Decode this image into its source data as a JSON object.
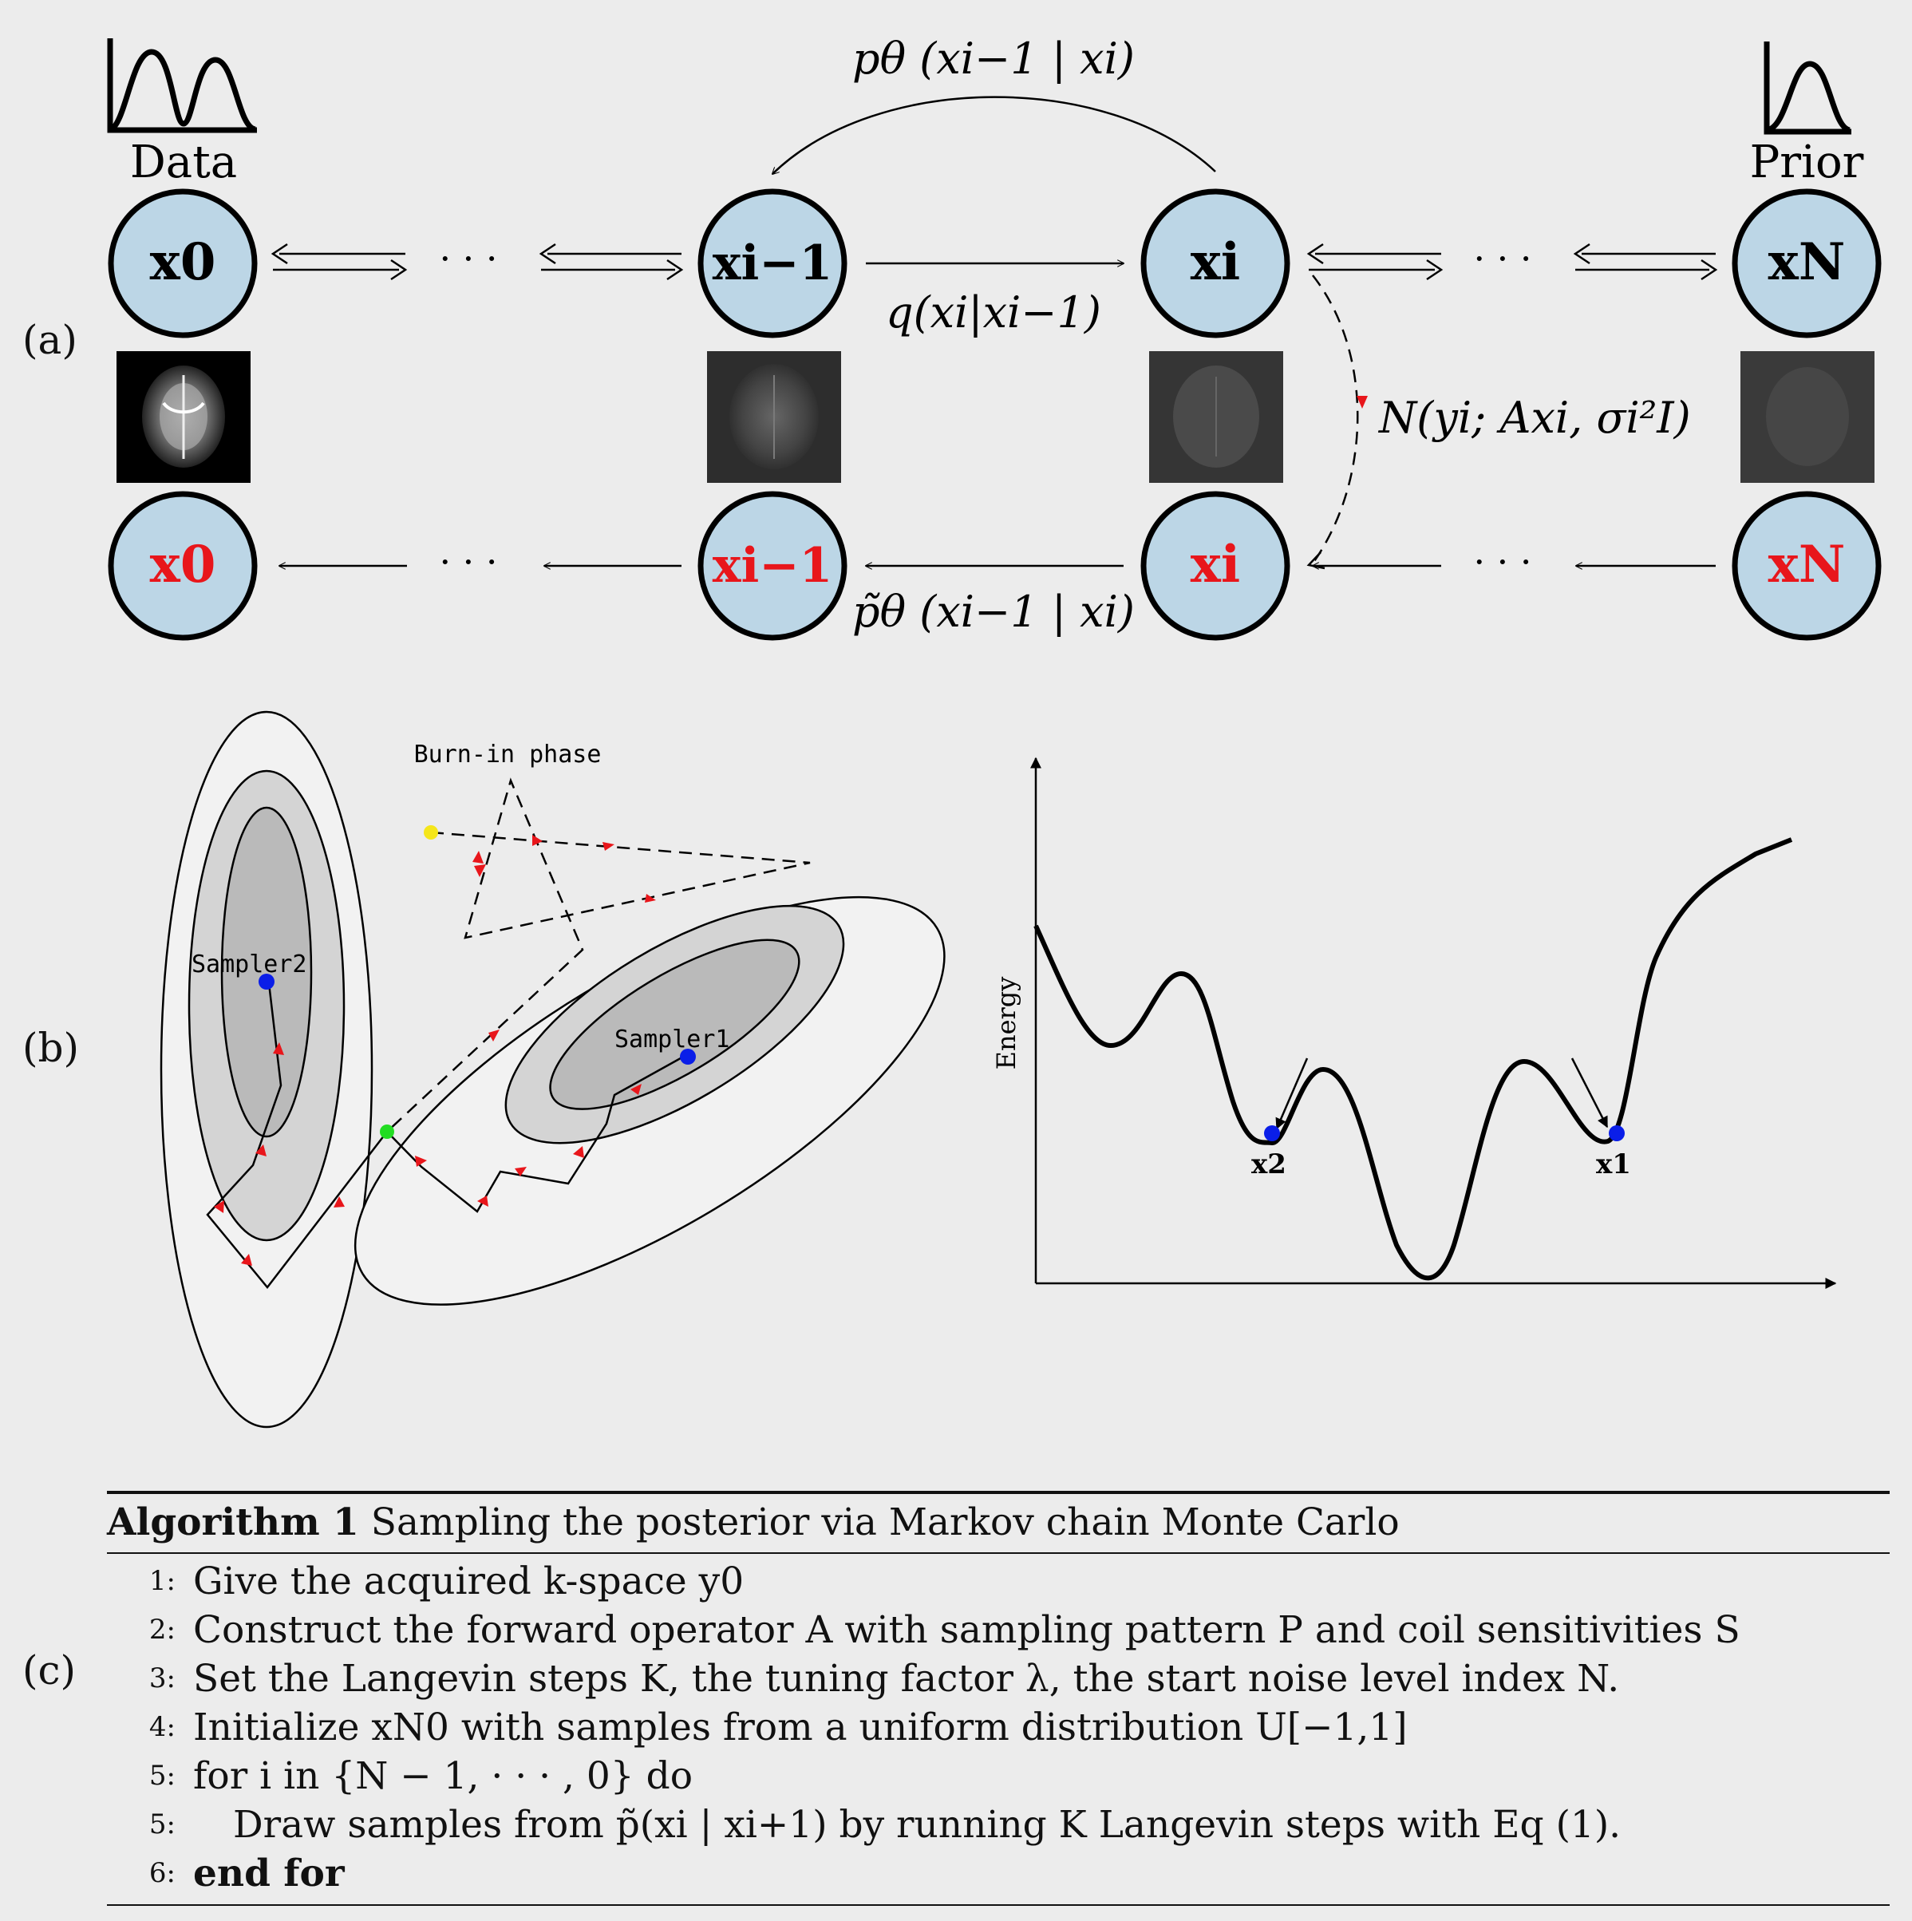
{
  "panel_labels": {
    "a": "(a)",
    "b": "(b)",
    "c": "(c)"
  },
  "diagram_a": {
    "data_label": "Data",
    "prior_label": "Prior",
    "ellipsis": "· · ·",
    "node_top": {
      "x0": "x0",
      "xi_1": "xi−1",
      "xi": "xi",
      "xN": "xN"
    },
    "node_bottom": {
      "x0": "x0",
      "xi_1": "xi−1",
      "xi": "xi",
      "xN": "xN"
    },
    "forward_label": "q(xi|xi−1)",
    "reverse_label": "pθ (xi−1 | xi)",
    "posterior_label": "p̃θ (xi−1 | xi)",
    "likelihood_label": "N(yi; Axi, σi²I)",
    "colors": {
      "node_fill": "#bcd6e6",
      "posterior_text": "#e8161b",
      "arrow_red": "#e8161b"
    }
  },
  "diagram_b": {
    "burn_in_label": "Burn-in phase",
    "sampler1_label": "Sampler1",
    "sampler2_label": "Sampler2",
    "energy_axis_label": "Energy",
    "minimum_labels": {
      "x1": "x1",
      "x2": "x2"
    },
    "colors": {
      "start_point": "#f5e61a",
      "junction_point": "#22dd22",
      "sampler_point": "#0a1ee8",
      "step_arrow": "#e8161b"
    }
  },
  "algorithm": {
    "number_label": "Algorithm 1",
    "title": "Sampling the posterior via Markov chain Monte Carlo",
    "steps": [
      {
        "num": "1:",
        "text": "Give the acquired k-space y0"
      },
      {
        "num": "2:",
        "text": "Construct the forward operator A with sampling pattern P and coil sensitivities S"
      },
      {
        "num": "3:",
        "text": "Set the Langevin steps K, the tuning factor λ, the start noise level index N."
      },
      {
        "num": "4:",
        "text": "Initialize xN0 with samples from a uniform distribution U[−1,1]"
      },
      {
        "num": "5:",
        "text": "for i in {N − 1, · · · , 0} do"
      },
      {
        "num": "5:",
        "text": "Draw samples from p̃(xi | xi+1) by running K Langevin steps with Eq (1)."
      },
      {
        "num": "6:",
        "text": "end for"
      }
    ]
  }
}
